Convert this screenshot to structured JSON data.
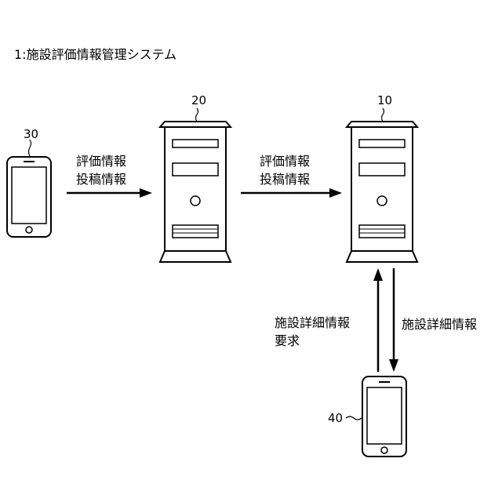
{
  "title": "1:施設評価情報管理システム",
  "refs": {
    "device_30": "30",
    "server_20": "20",
    "server_10": "10",
    "device_40": "40"
  },
  "flows": {
    "arrow_30_to_20": [
      "評価情報",
      "投稿情報"
    ],
    "arrow_20_to_10": [
      "評価情報",
      "投稿情報"
    ],
    "arrow_40_to_10": [
      "施設詳細情報",
      "要求"
    ],
    "arrow_10_to_40": [
      "施設詳細情報"
    ]
  }
}
